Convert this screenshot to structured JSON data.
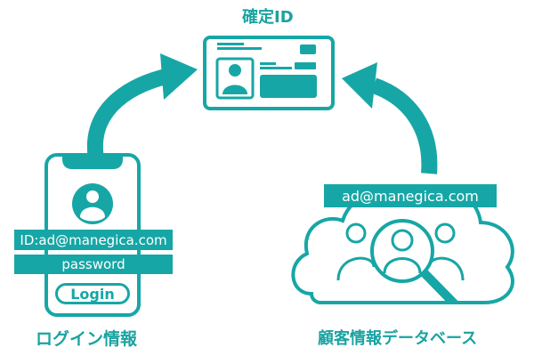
{
  "id_card": {
    "title": "確定ID"
  },
  "login": {
    "id_field": "ID:ad@manegica.com",
    "password_field": "password",
    "login_button": "Login",
    "caption": "ログイン情報"
  },
  "database": {
    "email_label": "ad@manegica.com",
    "caption": "顧客情報データベース"
  },
  "colors": {
    "accent": "#17a6a6",
    "background": "#ffffff"
  }
}
